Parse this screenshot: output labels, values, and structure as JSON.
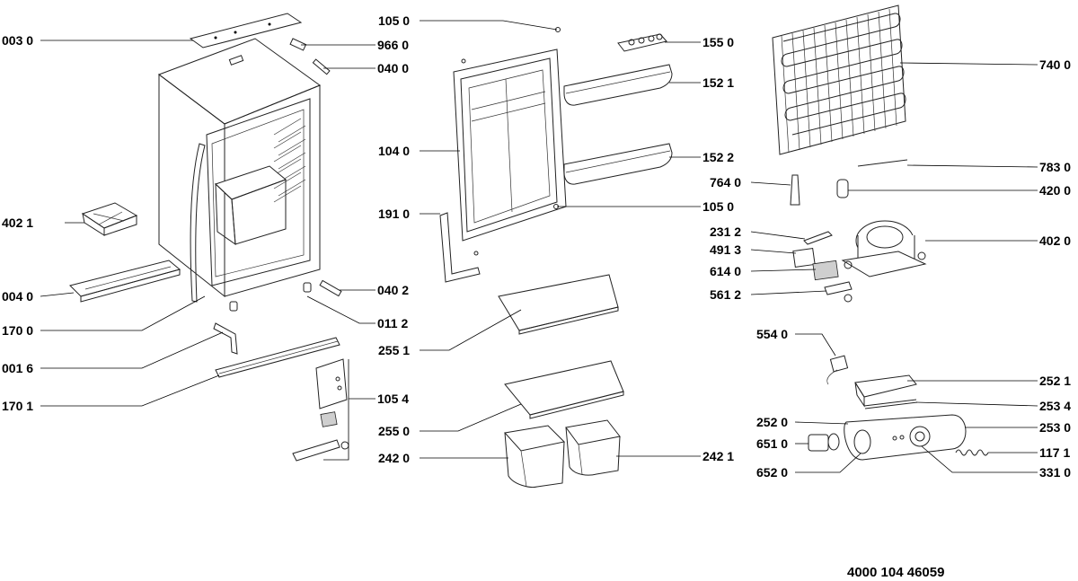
{
  "document_number": "4000 104 46059",
  "part_labels": [
    "003 0",
    "966 0",
    "040 0",
    "402 1",
    "004 0",
    "170 0",
    "001 6",
    "170 1",
    "040 2",
    "011 2",
    "105 4",
    "105 0",
    "104 0",
    "191 0",
    "105 0",
    "155 0",
    "152 1",
    "152 2",
    "255 1",
    "255 0",
    "242 0",
    "242 1",
    "740 0",
    "783 0",
    "764 0",
    "420 0",
    "231 2",
    "402 0",
    "491 3",
    "614 0",
    "561 2",
    "554 0",
    "252 1",
    "253 4",
    "252 0",
    "253 0",
    "651 0",
    "117 1",
    "652 0",
    "331 0"
  ]
}
